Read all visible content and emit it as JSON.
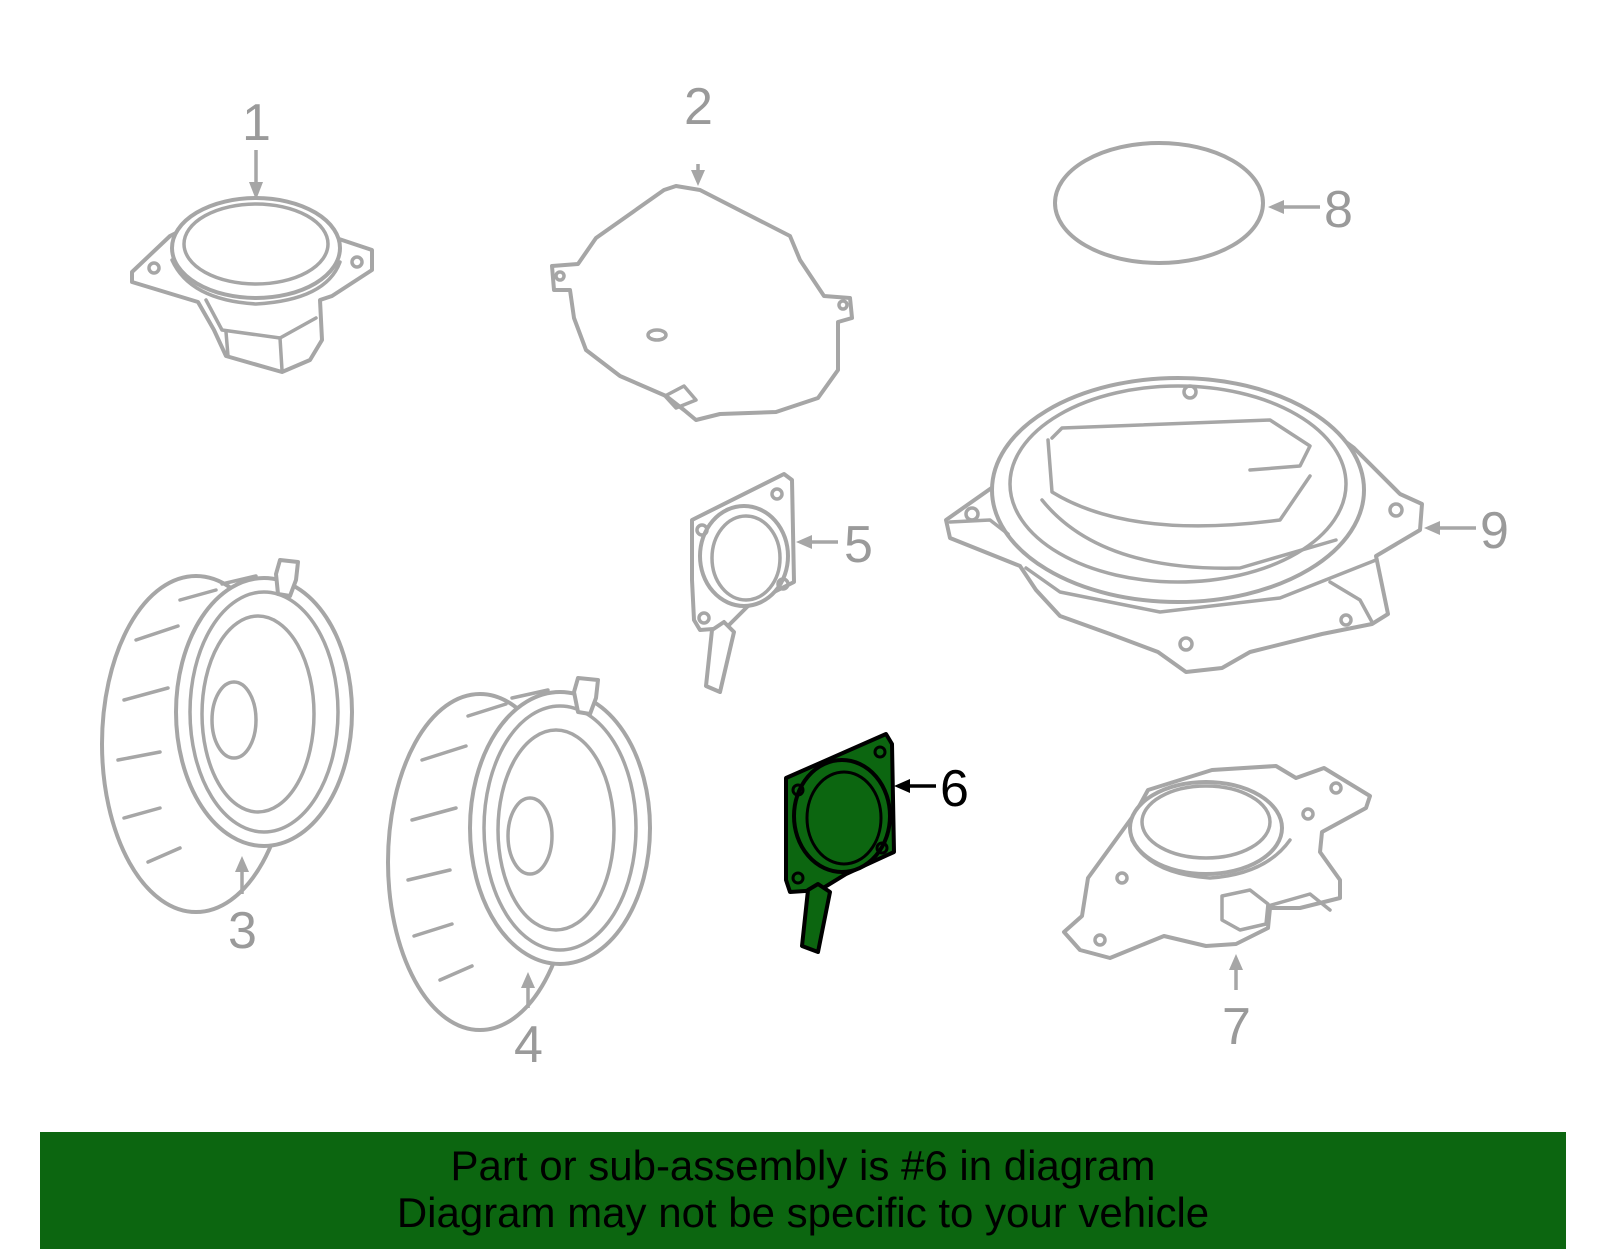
{
  "diagram": {
    "callouts": [
      "1",
      "2",
      "3",
      "4",
      "5",
      "6",
      "7",
      "8",
      "9"
    ],
    "highlighted_part": "6",
    "highlight_color": "#0c6610",
    "part_color": "#a6a6a6"
  },
  "banner": {
    "line1": "Part or sub-assembly is #6 in diagram",
    "line2": "Diagram may not be specific to your vehicle",
    "background": "#0c6610"
  }
}
